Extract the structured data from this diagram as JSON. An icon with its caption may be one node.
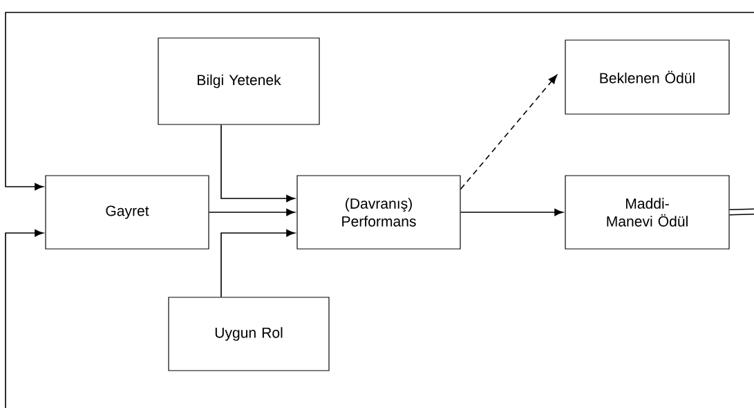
{
  "diagram": {
    "nodes": [
      {
        "text": [
          "Bilgi Yetenek"
        ]
      },
      {
        "text": [
          "Beklenen Ödül"
        ]
      },
      {
        "text": [
          "Gayret"
        ]
      },
      {
        "text": [
          "(Davranış) Performans"
        ]
      },
      {
        "text": [
          "Maddi-Manevi Ödül"
        ]
      },
      {
        "text": [
          "Uygun Rol"
        ]
      }
    ],
    "edges": [
      {
        "from": 0,
        "to": 3,
        "arrow": "to"
      },
      {
        "from": 2,
        "to": 3,
        "arrow": "to"
      },
      {
        "from": 5,
        "to": 3,
        "arrow": "to"
      },
      {
        "from": 3,
        "to": 1,
        "arrow": "to",
        "style": "dashed"
      },
      {
        "from": 3,
        "to": 4,
        "arrow": "to"
      },
      {
        "from": 4,
        "to": null,
        "arrow": "none",
        "style": "thick"
      },
      {
        "from": null,
        "to": 2,
        "arrow": "to"
      },
      {
        "from": null,
        "to": 2,
        "arrow": "to"
      }
    ]
  }
}
